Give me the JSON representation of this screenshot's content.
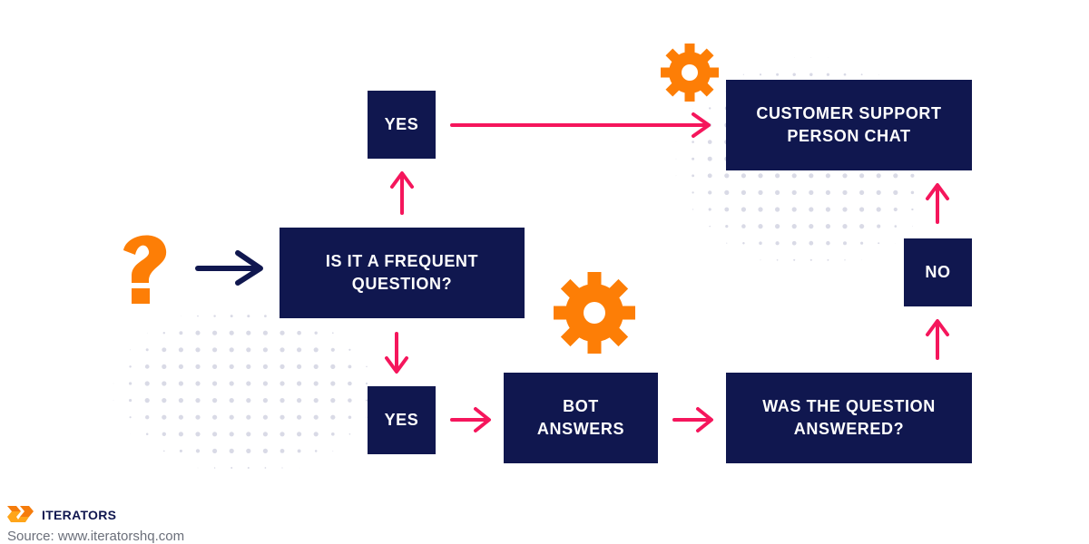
{
  "colors": {
    "box_fill": "#10174f",
    "box_text": "#ffffff",
    "arrow_accent": "#f5165c",
    "arrow_start": "#10174f",
    "icon_orange": "#fd7e06",
    "dots": "#d9dae6",
    "brand_orange": "#f57c0c",
    "brand_orange_light": "#ffa51a"
  },
  "nodes": {
    "yes_top": "YES",
    "frequent": "IS IT A FREQUENT\nQUESTION?",
    "yes_bottom": "YES",
    "bot_answers": "BOT\nANSWERS",
    "was_answered": "WAS THE QUESTION\nANSWERED?",
    "no": "NO",
    "support": "CUSTOMER SUPPORT\nPERSON CHAT"
  },
  "icons": {
    "start": "question-mark-icon",
    "gear_small": "gear-icon",
    "gear_large": "gear-icon"
  },
  "edges": [
    {
      "from": "start",
      "to": "frequent"
    },
    {
      "from": "frequent",
      "to": "yes_top"
    },
    {
      "from": "yes_top",
      "to": "support"
    },
    {
      "from": "frequent",
      "to": "yes_bottom"
    },
    {
      "from": "yes_bottom",
      "to": "bot_answers"
    },
    {
      "from": "bot_answers",
      "to": "was_answered"
    },
    {
      "from": "was_answered",
      "to": "no"
    },
    {
      "from": "no",
      "to": "support"
    }
  ],
  "footer": {
    "brand": "ITERATORS",
    "source": "Source: www.iteratorshq.com"
  }
}
